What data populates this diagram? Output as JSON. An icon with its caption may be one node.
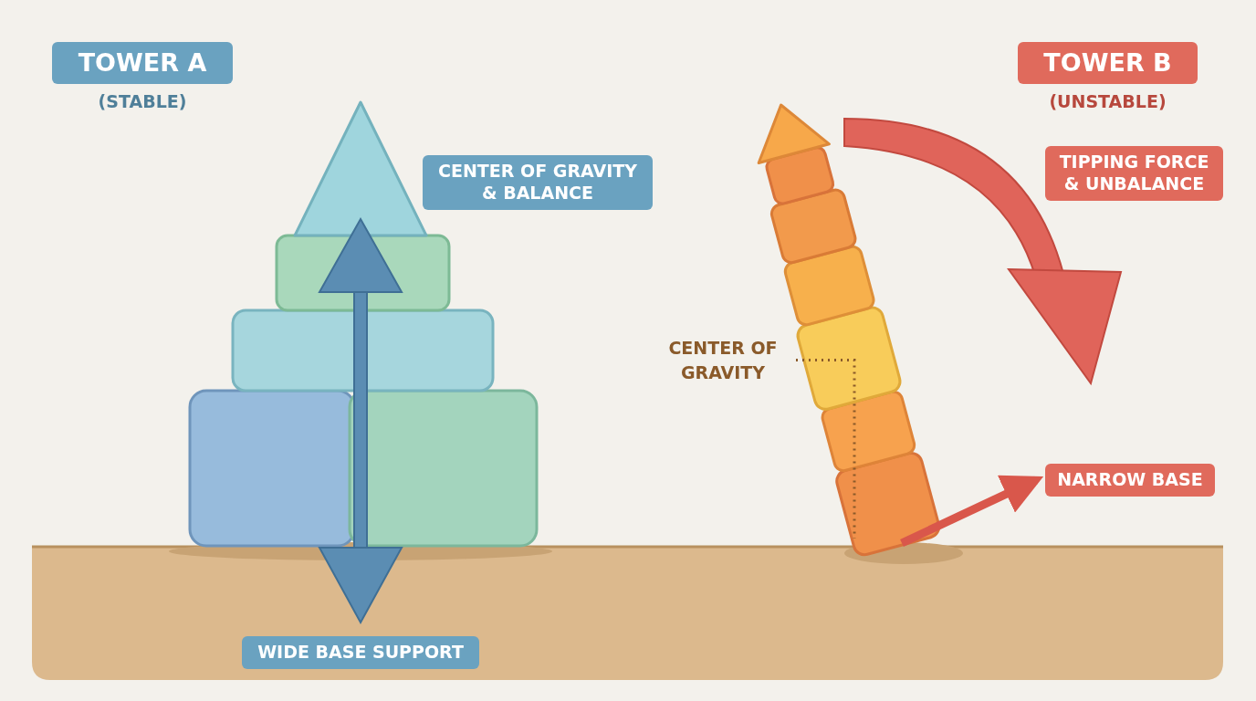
{
  "diagram": {
    "nodes": [
      {
        "text": [
          "TOWER A"
        ],
        "beside": [
          "(STABLE)"
        ]
      },
      {
        "text": [
          "CENTER OF GRAVITY & BALANCE"
        ]
      },
      {
        "text": [
          "WIDE BASE SUPPORT"
        ]
      },
      {
        "text": [
          "TOWER B"
        ],
        "beside": [
          "(UNSTABLE)"
        ]
      },
      {
        "text": [
          "TIPPING FORCE & UNBALANCE"
        ]
      },
      {
        "text": [
          "CENTER OF GRAVITY"
        ]
      },
      {
        "text": [
          "NARROW BASE"
        ]
      },
      {
        "text": [],
        "shape": "picture"
      }
    ],
    "edges": [
      {
        "from": 5,
        "to": 7,
        "arrow": "none",
        "style": "dashed",
        "color": "#8a5a2a"
      },
      {
        "from": 7,
        "to": 6,
        "arrow": "to",
        "style": "thick",
        "color": "#d9574b"
      }
    ]
  }
}
